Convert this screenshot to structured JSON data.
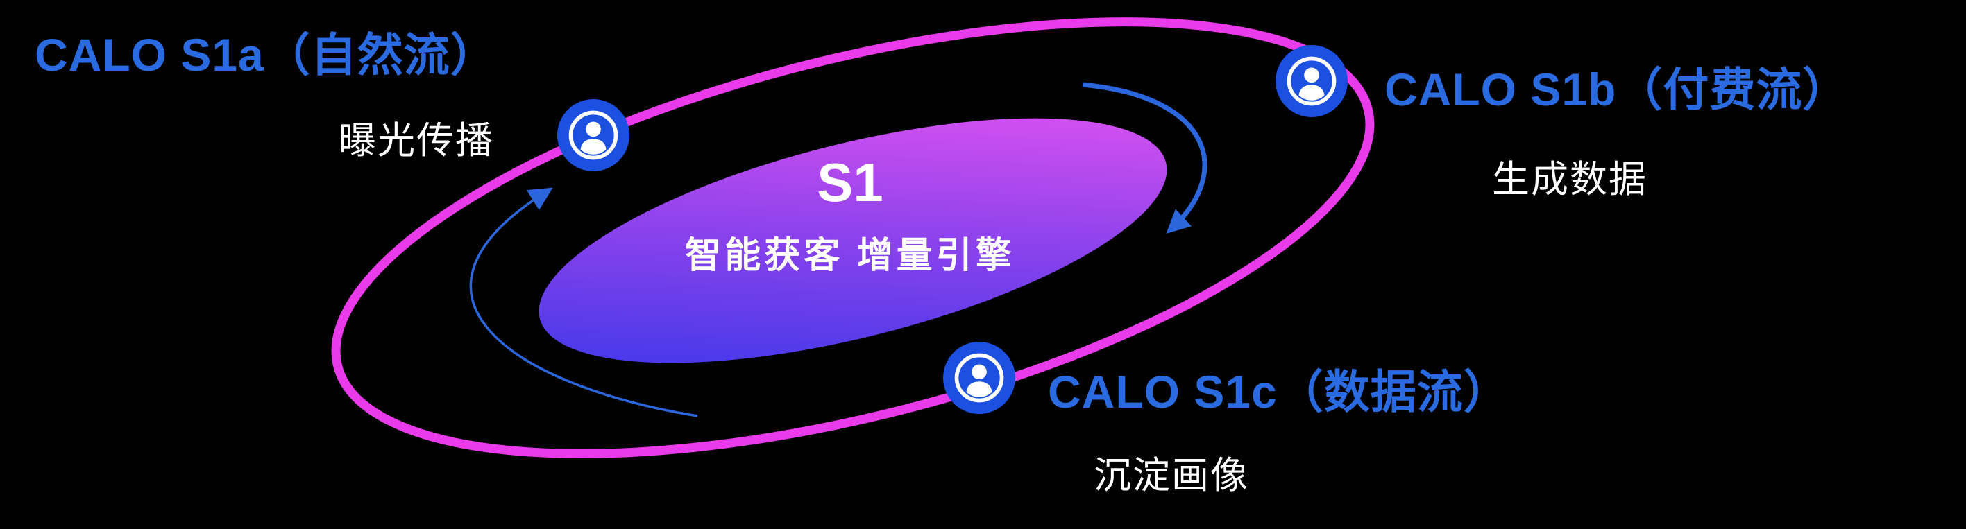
{
  "diagram": {
    "center": {
      "title": "S1",
      "subtitle": "智能获客  增量引擎"
    },
    "nodes": [
      {
        "id": "s1a",
        "title": "CALO S1a（自然流）",
        "subtitle": "曝光传播",
        "icon": "user-icon"
      },
      {
        "id": "s1b",
        "title": "CALO S1b（付费流）",
        "subtitle": "生成数据",
        "icon": "user-icon"
      },
      {
        "id": "s1c",
        "title": "CALO S1c（数据流）",
        "subtitle": "沉淀画像",
        "icon": "user-icon"
      }
    ],
    "colors": {
      "background": "#000000",
      "heading_blue": "#2A6BE2",
      "ring_magenta": "#E93BE9",
      "node_blue": "#1C50E0",
      "arrow_blue": "#2C66DC",
      "core_gradient_start": "#2F36E8",
      "core_gradient_mid": "#8A42EC",
      "core_gradient_end": "#EE55F2",
      "text_white": "#FFFFFF"
    }
  }
}
